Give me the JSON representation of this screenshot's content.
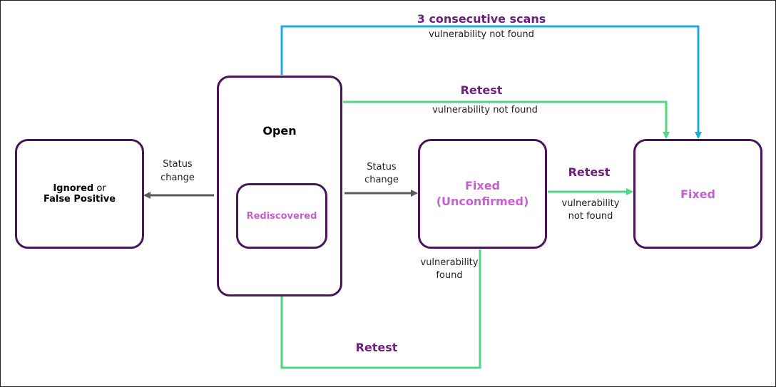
{
  "colors": {
    "node_border": "#4a1458",
    "status_arrow": "#5a5a5a",
    "retest_arrow": "#4fd680",
    "scan_arrow": "#1fa9e1",
    "label_purple": "#6b1f7a",
    "label_pink": "#c85fd0"
  },
  "nodes": {
    "ignored": {
      "line1_bold": "Ignored",
      "line1_rest": " or",
      "line2": "False Positive"
    },
    "open": {
      "label": "Open"
    },
    "rediscovered": {
      "label": "Rediscovered"
    },
    "fixed_unconfirmed": {
      "line1": "Fixed",
      "line2": "(Unconfirmed)"
    },
    "fixed": {
      "label": "Fixed"
    }
  },
  "edges": {
    "open_to_ignored": {
      "line1": "Status",
      "line2": "change"
    },
    "open_to_fixed_unconfirmed": {
      "line1": "Status",
      "line2": "change"
    },
    "scans_to_fixed": {
      "title": "3 consecutive scans",
      "subtitle": "vulnerability not found"
    },
    "open_retest_to_fixed": {
      "title": "Retest",
      "subtitle": "vulnerability not found"
    },
    "unconfirmed_retest_to_fixed": {
      "title": "Retest",
      "line1": "vulnerability",
      "line2": "not found"
    },
    "unconfirmed_retest_to_rediscovered": {
      "title": "Retest",
      "line1": "vulnerability",
      "line2": "found"
    }
  }
}
